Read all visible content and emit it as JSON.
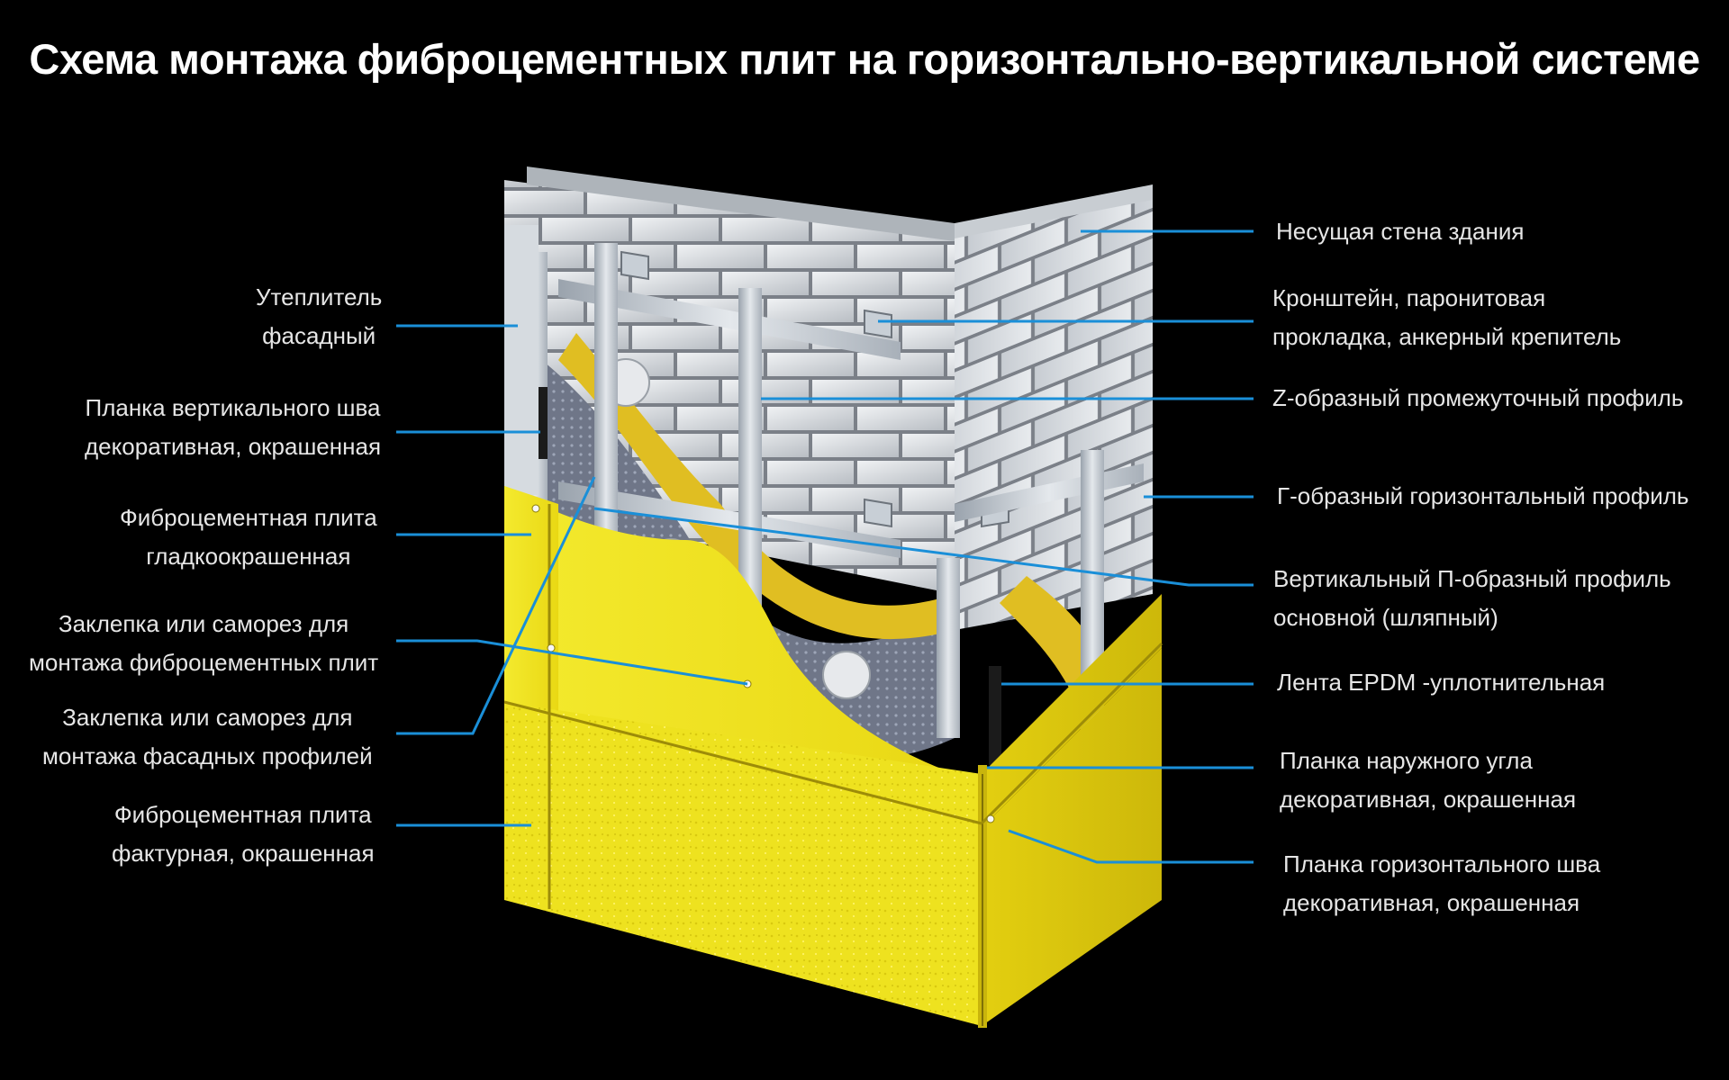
{
  "title": "Схема монтажа фиброцементных плит на горизонтально-вертикальной системе",
  "colors": {
    "background": "#000000",
    "leader_line": "#1a8fd8",
    "panel_yellow": "#f2e81a",
    "brick": "#d9dde0",
    "profile_steel": "#c4ccd4",
    "insulation_yellow": "#e3c22a",
    "membrane": "#7a8294"
  },
  "labels": {
    "left": [
      {
        "line1": "Утеплитель",
        "line2": "фасадный"
      },
      {
        "line1": "Планка вертикального шва",
        "line2": "декоративная, окрашенная"
      },
      {
        "line1": "Фиброцементная плита",
        "line2": "гладкоокрашенная"
      },
      {
        "line1": "Заклепка или саморез для",
        "line2": "монтажа фиброцементных плит"
      },
      {
        "line1": "Заклепка или саморез для",
        "line2": "монтажа фасадных профилей"
      },
      {
        "line1": "Фиброцементная плита",
        "line2": "фактурная, окрашенная"
      }
    ],
    "right": [
      {
        "line1": "Несущая стена здания",
        "line2": ""
      },
      {
        "line1": "Кронштейн, паронитовая",
        "line2": "прокладка, анкерный крепитель"
      },
      {
        "line1": "Z-образный промежуточный профиль",
        "line2": ""
      },
      {
        "line1": "Г-образный горизонтальный профиль",
        "line2": ""
      },
      {
        "line1": "Вертикальный П-образный профиль",
        "line2": "основной (шляпный)"
      },
      {
        "line1": "Лента EPDM -уплотнительная",
        "line2": ""
      },
      {
        "line1": "Планка наружного угла",
        "line2": "декоративная, окрашенная"
      },
      {
        "line1": "Планка горизонтального шва",
        "line2": "декоративная, окрашенная"
      }
    ]
  }
}
